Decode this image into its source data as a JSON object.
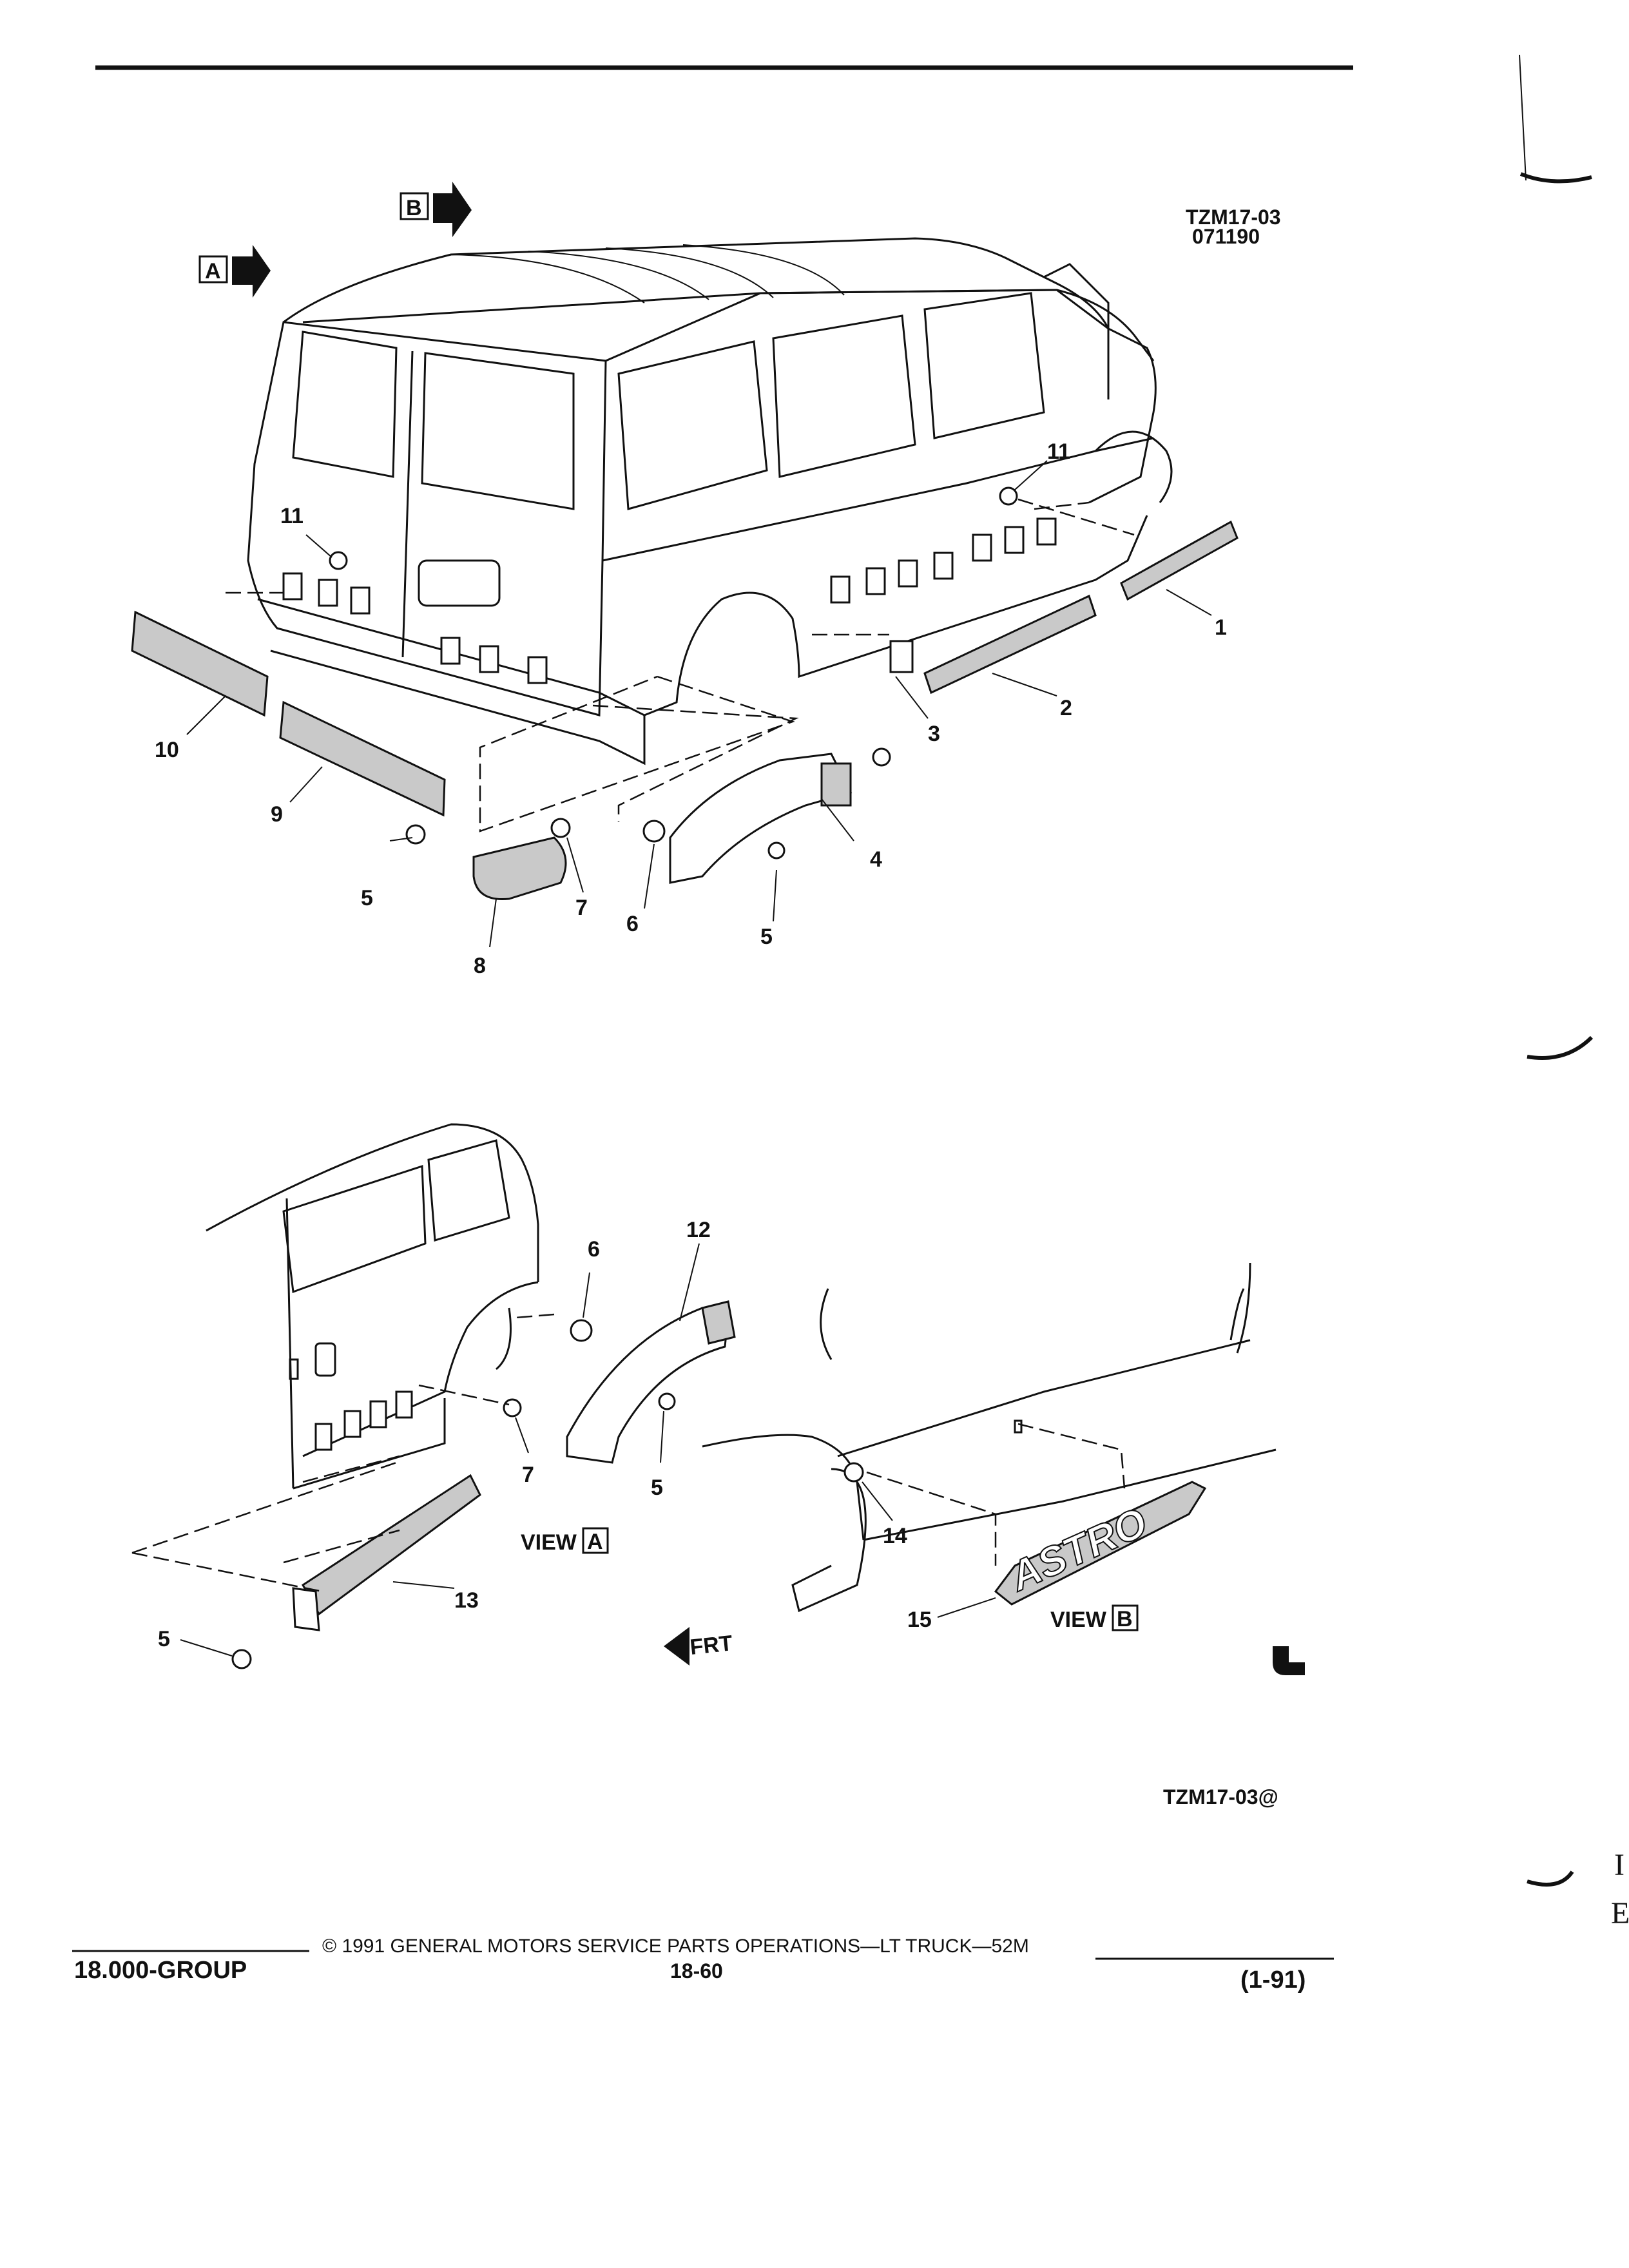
{
  "header": {
    "drawing_code": "TZM17-03",
    "drawing_date": "071190"
  },
  "views": {
    "view_a_arrow_label": "A",
    "view_b_arrow_label": "B",
    "view_a_caption_prefix": "VIEW",
    "view_a_caption_letter": "A",
    "view_b_caption_prefix": "VIEW",
    "view_b_caption_letter": "B",
    "front_direction": "FRT",
    "emblem_text": "ASTRO"
  },
  "callouts": {
    "c1": "1",
    "c2": "2",
    "c3": "3",
    "c4": "4",
    "c5a": "5",
    "c5b": "5",
    "c6a": "6",
    "c7a": "7",
    "c8": "8",
    "c9": "9",
    "c10": "10",
    "c11a": "11",
    "c11b": "11",
    "c6b": "6",
    "c12": "12",
    "c7b": "7",
    "c5c": "5",
    "c13": "13",
    "c5d": "5",
    "c14": "14",
    "c15": "15"
  },
  "figure_code": "TZM17-03@",
  "footer": {
    "group": "18.000-GROUP",
    "copyright": "© 1991 GENERAL MOTORS SERVICE PARTS OPERATIONS—LT TRUCK—52M",
    "page": "18-60",
    "revision": "(1-91)"
  },
  "margin_letters": {
    "top": "I",
    "bottom": "E"
  }
}
